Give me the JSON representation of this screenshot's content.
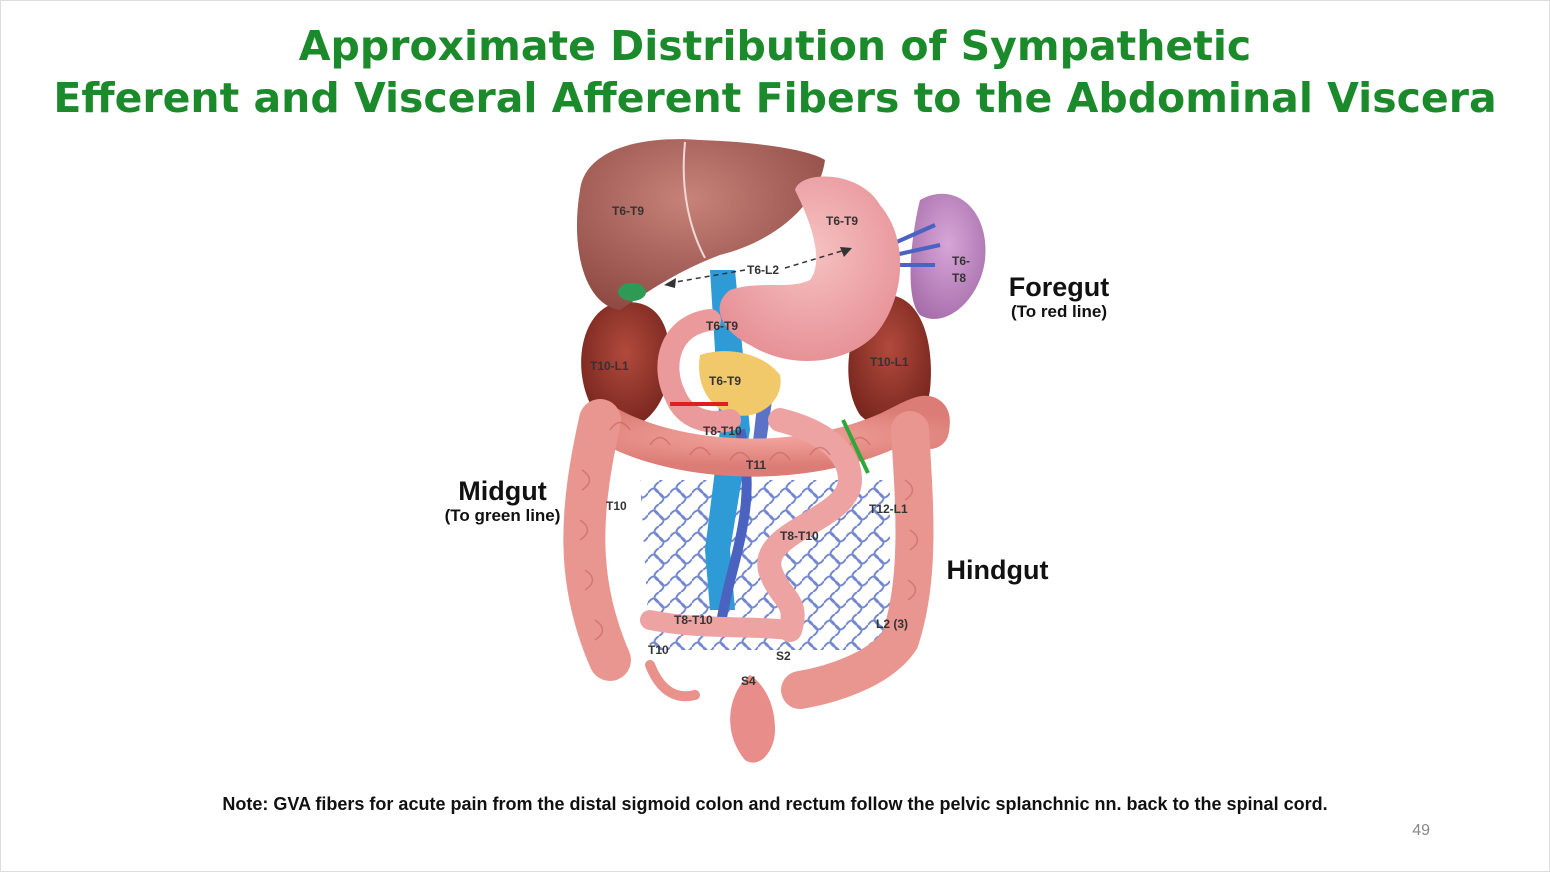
{
  "title": {
    "line1": "Approximate Distribution of Sympathetic",
    "line2": "Efferent and Visceral Afferent Fibers to the Abdominal Viscera"
  },
  "regions": {
    "foregut": {
      "label": "Foregut",
      "note": "(To red line)"
    },
    "midgut": {
      "label": "Midgut",
      "note": "(To green line)"
    },
    "hindgut": {
      "label": "Hindgut"
    }
  },
  "segments": {
    "liver": "T6-T9",
    "stomach": "T6-T9",
    "spleen_line1": "T6-",
    "spleen_line2": "T8",
    "gallbladder_stomach": "T6-L2",
    "duodenum": "T6-T9",
    "pancreas": "T6-T9",
    "right_kidney": "T10-L1",
    "left_kidney": "T10-L1",
    "small_intestine_upper": "T8-T10",
    "transverse_colon": "T11",
    "ascending_colon": "T10",
    "descending_colon": "T12-L1",
    "small_intestine_mid": "T8-T10",
    "small_intestine_lower": "T8-T10",
    "sigmoid": "L2 (3)",
    "cecum": "T10",
    "rectum_upper": "S2",
    "rectum_lower": "S4"
  },
  "colors": {
    "title": "#1b8a2a",
    "red_line": "#e02020",
    "green_line": "#2fa83a"
  },
  "note": "Note:  GVA fibers for acute pain from the distal sigmoid colon and rectum follow the pelvic splanchnic nn. back to the spinal cord.",
  "page_number": "49"
}
